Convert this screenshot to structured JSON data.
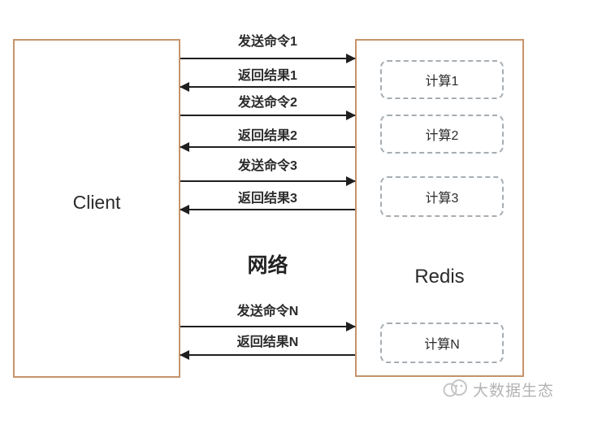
{
  "diagram": {
    "client_label": "Client",
    "redis_label": "Redis",
    "network_label": "网络",
    "messages": [
      {
        "label": "发送命令1",
        "direction": "right"
      },
      {
        "label": "返回结果1",
        "direction": "left"
      },
      {
        "label": "发送命令2",
        "direction": "right"
      },
      {
        "label": "返回结果2",
        "direction": "left"
      },
      {
        "label": "发送命令3",
        "direction": "right"
      },
      {
        "label": "返回结果3",
        "direction": "left"
      },
      {
        "label": "发送命令N",
        "direction": "right"
      },
      {
        "label": "返回结果N",
        "direction": "left"
      }
    ],
    "compute_boxes": [
      "计算1",
      "计算2",
      "计算3",
      "计算N"
    ],
    "watermark": "大数据生态",
    "colors": {
      "entity_border": "#c6936a",
      "arrow": "#1f1f1f",
      "dashed_border": "#a6adb3",
      "text": "#2a2a2a",
      "watermark": "#b3b3b3"
    }
  }
}
